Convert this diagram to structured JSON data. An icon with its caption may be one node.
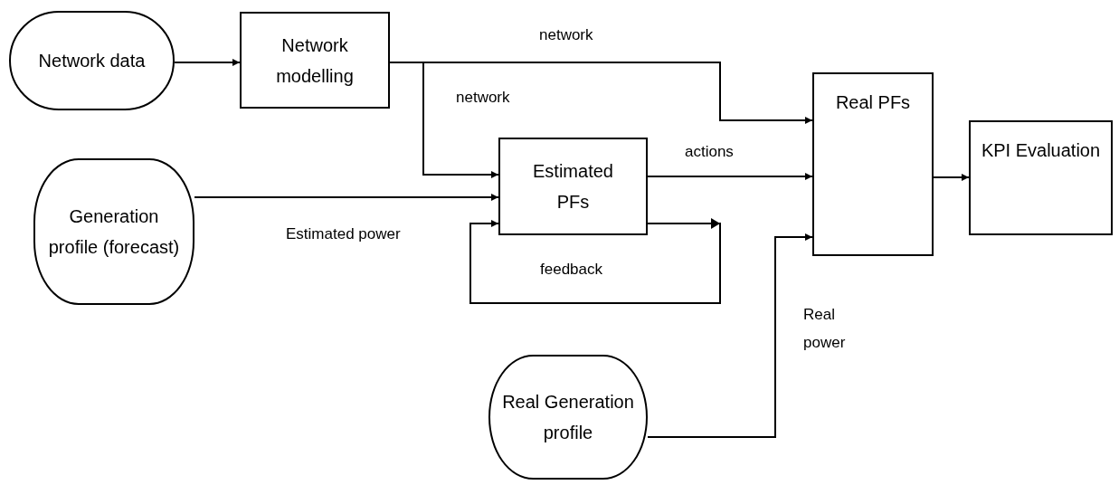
{
  "diagram": {
    "nodes": [
      {
        "text": [
          "Network data"
        ]
      },
      {
        "text": [
          "Network modelling"
        ]
      },
      {
        "text": [
          "Generation profile (forecast)"
        ]
      },
      {
        "text": [
          "Estimated PFs"
        ]
      },
      {
        "text": [
          "Real PFs"
        ]
      },
      {
        "text": [
          "KPI Evaluation"
        ]
      },
      {
        "text": [
          "Real Generation profile"
        ]
      }
    ],
    "edges": [
      {
        "from": 0,
        "to": 1,
        "arrow": "to"
      },
      {
        "from": 1,
        "to": 4,
        "arrow": "to",
        "label": "network"
      },
      {
        "from": 1,
        "to": 3,
        "arrow": "to",
        "label": "network"
      },
      {
        "from": 2,
        "to": 3,
        "arrow": "to",
        "label": "Estimated power"
      },
      {
        "from": 3,
        "to": 4,
        "arrow": "to",
        "label": "actions"
      },
      {
        "from": 3,
        "to": 3,
        "arrow": "to",
        "label": "feedback"
      },
      {
        "from": 6,
        "to": 4,
        "arrow": "to",
        "label": "Real power"
      },
      {
        "from": 4,
        "to": 5,
        "arrow": "to"
      }
    ]
  }
}
